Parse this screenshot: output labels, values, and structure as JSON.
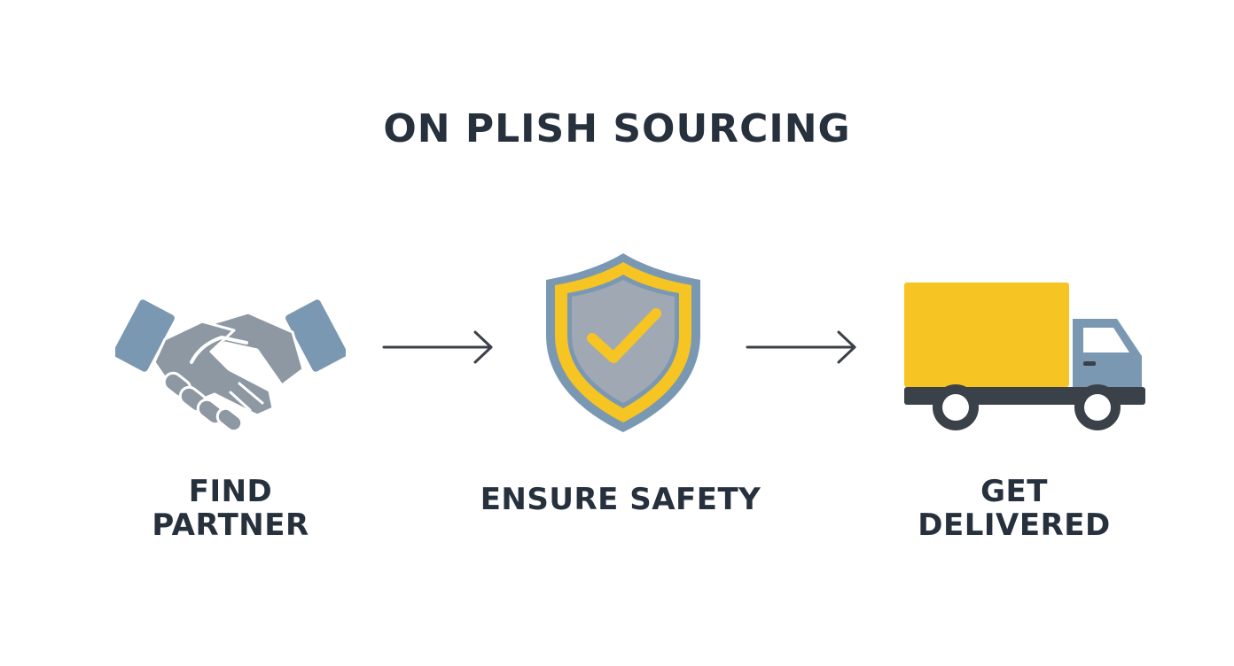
{
  "title": "ON PLISH SOURCING",
  "steps": [
    {
      "icon": "handshake-icon",
      "label_line1": "FIND",
      "label_line2": "PARTNER"
    },
    {
      "icon": "shield-check-icon",
      "label": "ENSURE SAFETY"
    },
    {
      "icon": "delivery-truck-icon",
      "label_line1": "GET",
      "label_line2": "DELIVERED"
    }
  ],
  "connectors": [
    "arrow-right-icon",
    "arrow-right-icon"
  ],
  "colors": {
    "text": "#27313d",
    "slate_blue": "#7b98b3",
    "gray": "#8d98a3",
    "yellow": "#f6c423",
    "dark": "#3b4148"
  }
}
